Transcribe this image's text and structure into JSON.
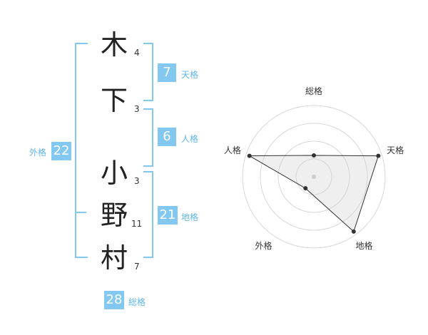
{
  "name": [
    {
      "char": "木",
      "strokes": "4"
    },
    {
      "char": "下",
      "strokes": "3"
    },
    {
      "char": "小",
      "strokes": "3"
    },
    {
      "char": "野",
      "strokes": "11"
    },
    {
      "char": "村",
      "strokes": "7"
    }
  ],
  "kaku": {
    "tenkaku": {
      "value": "7",
      "label": "天格"
    },
    "jinkaku": {
      "value": "6",
      "label": "人格"
    },
    "chikaku": {
      "value": "21",
      "label": "地格"
    },
    "gaikaku": {
      "value": "22",
      "label": "外格"
    },
    "soukaku": {
      "value": "28",
      "label": "総格"
    }
  },
  "colors": {
    "accent": "#82c8f0",
    "label": "#5fb6ea"
  },
  "chart_data": {
    "type": "radar",
    "axes": [
      "総格",
      "天格",
      "地格",
      "外格",
      "人格"
    ],
    "values": [
      0.3,
      0.95,
      0.95,
      0.2,
      0.95
    ],
    "rings": 4,
    "range": [
      0,
      1
    ]
  }
}
